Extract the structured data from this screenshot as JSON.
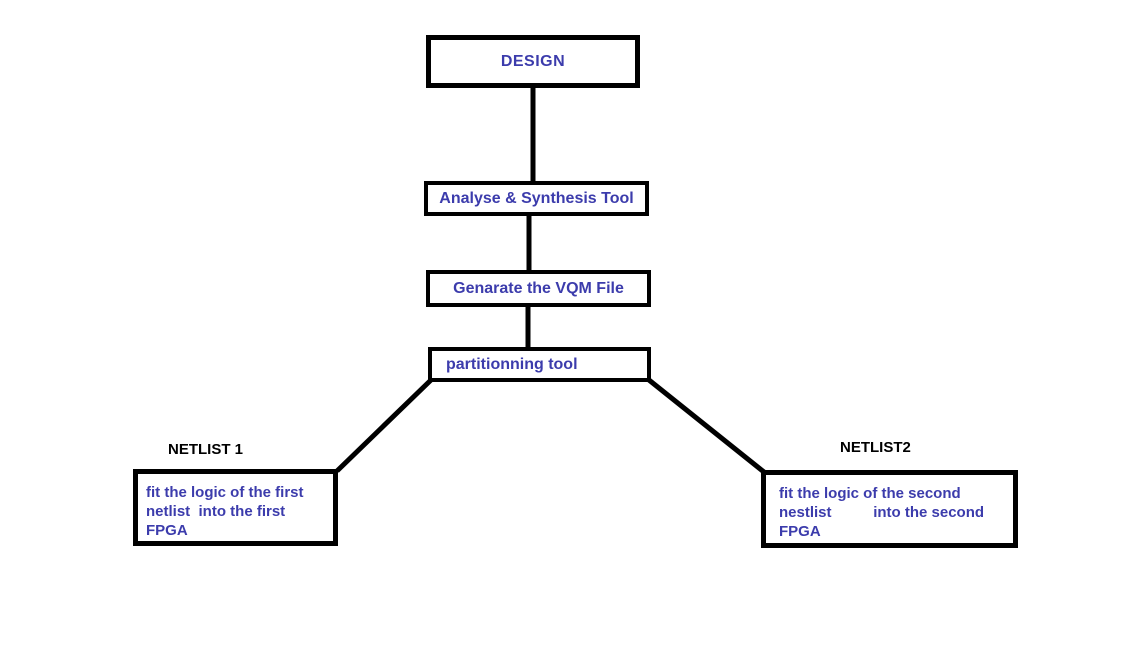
{
  "diagram": {
    "nodes": {
      "design": {
        "label": "DESIGN"
      },
      "analyse_synthesis": {
        "label": "Analyse & Synthesis Tool"
      },
      "generate_vqm": {
        "label": "Genarate the VQM File"
      },
      "partitioning": {
        "label": "partitionning tool"
      },
      "netlist1": {
        "caption": "NETLIST 1",
        "line1": "fit the logic of the first",
        "line2": "netlist  into the first",
        "line3": "FPGA"
      },
      "netlist2": {
        "caption": "NETLIST2",
        "line1": "fit the logic of the second",
        "line2": "nestlist          into the second",
        "line3": "FPGA"
      }
    },
    "edges": [
      {
        "from": "DESIGN",
        "to": "Analyse & Synthesis Tool"
      },
      {
        "from": "Analyse & Synthesis Tool",
        "to": "Genarate the VQM File"
      },
      {
        "from": "Genarate the VQM File",
        "to": "partitionning tool"
      },
      {
        "from": "partitionning tool",
        "to": "NETLIST 1"
      },
      {
        "from": "partitionning tool",
        "to": "NETLIST2"
      }
    ],
    "colors": {
      "node_text": "#3c3cac",
      "caption_text": "#000000",
      "line": "#000000",
      "background": "#ffffff"
    }
  }
}
